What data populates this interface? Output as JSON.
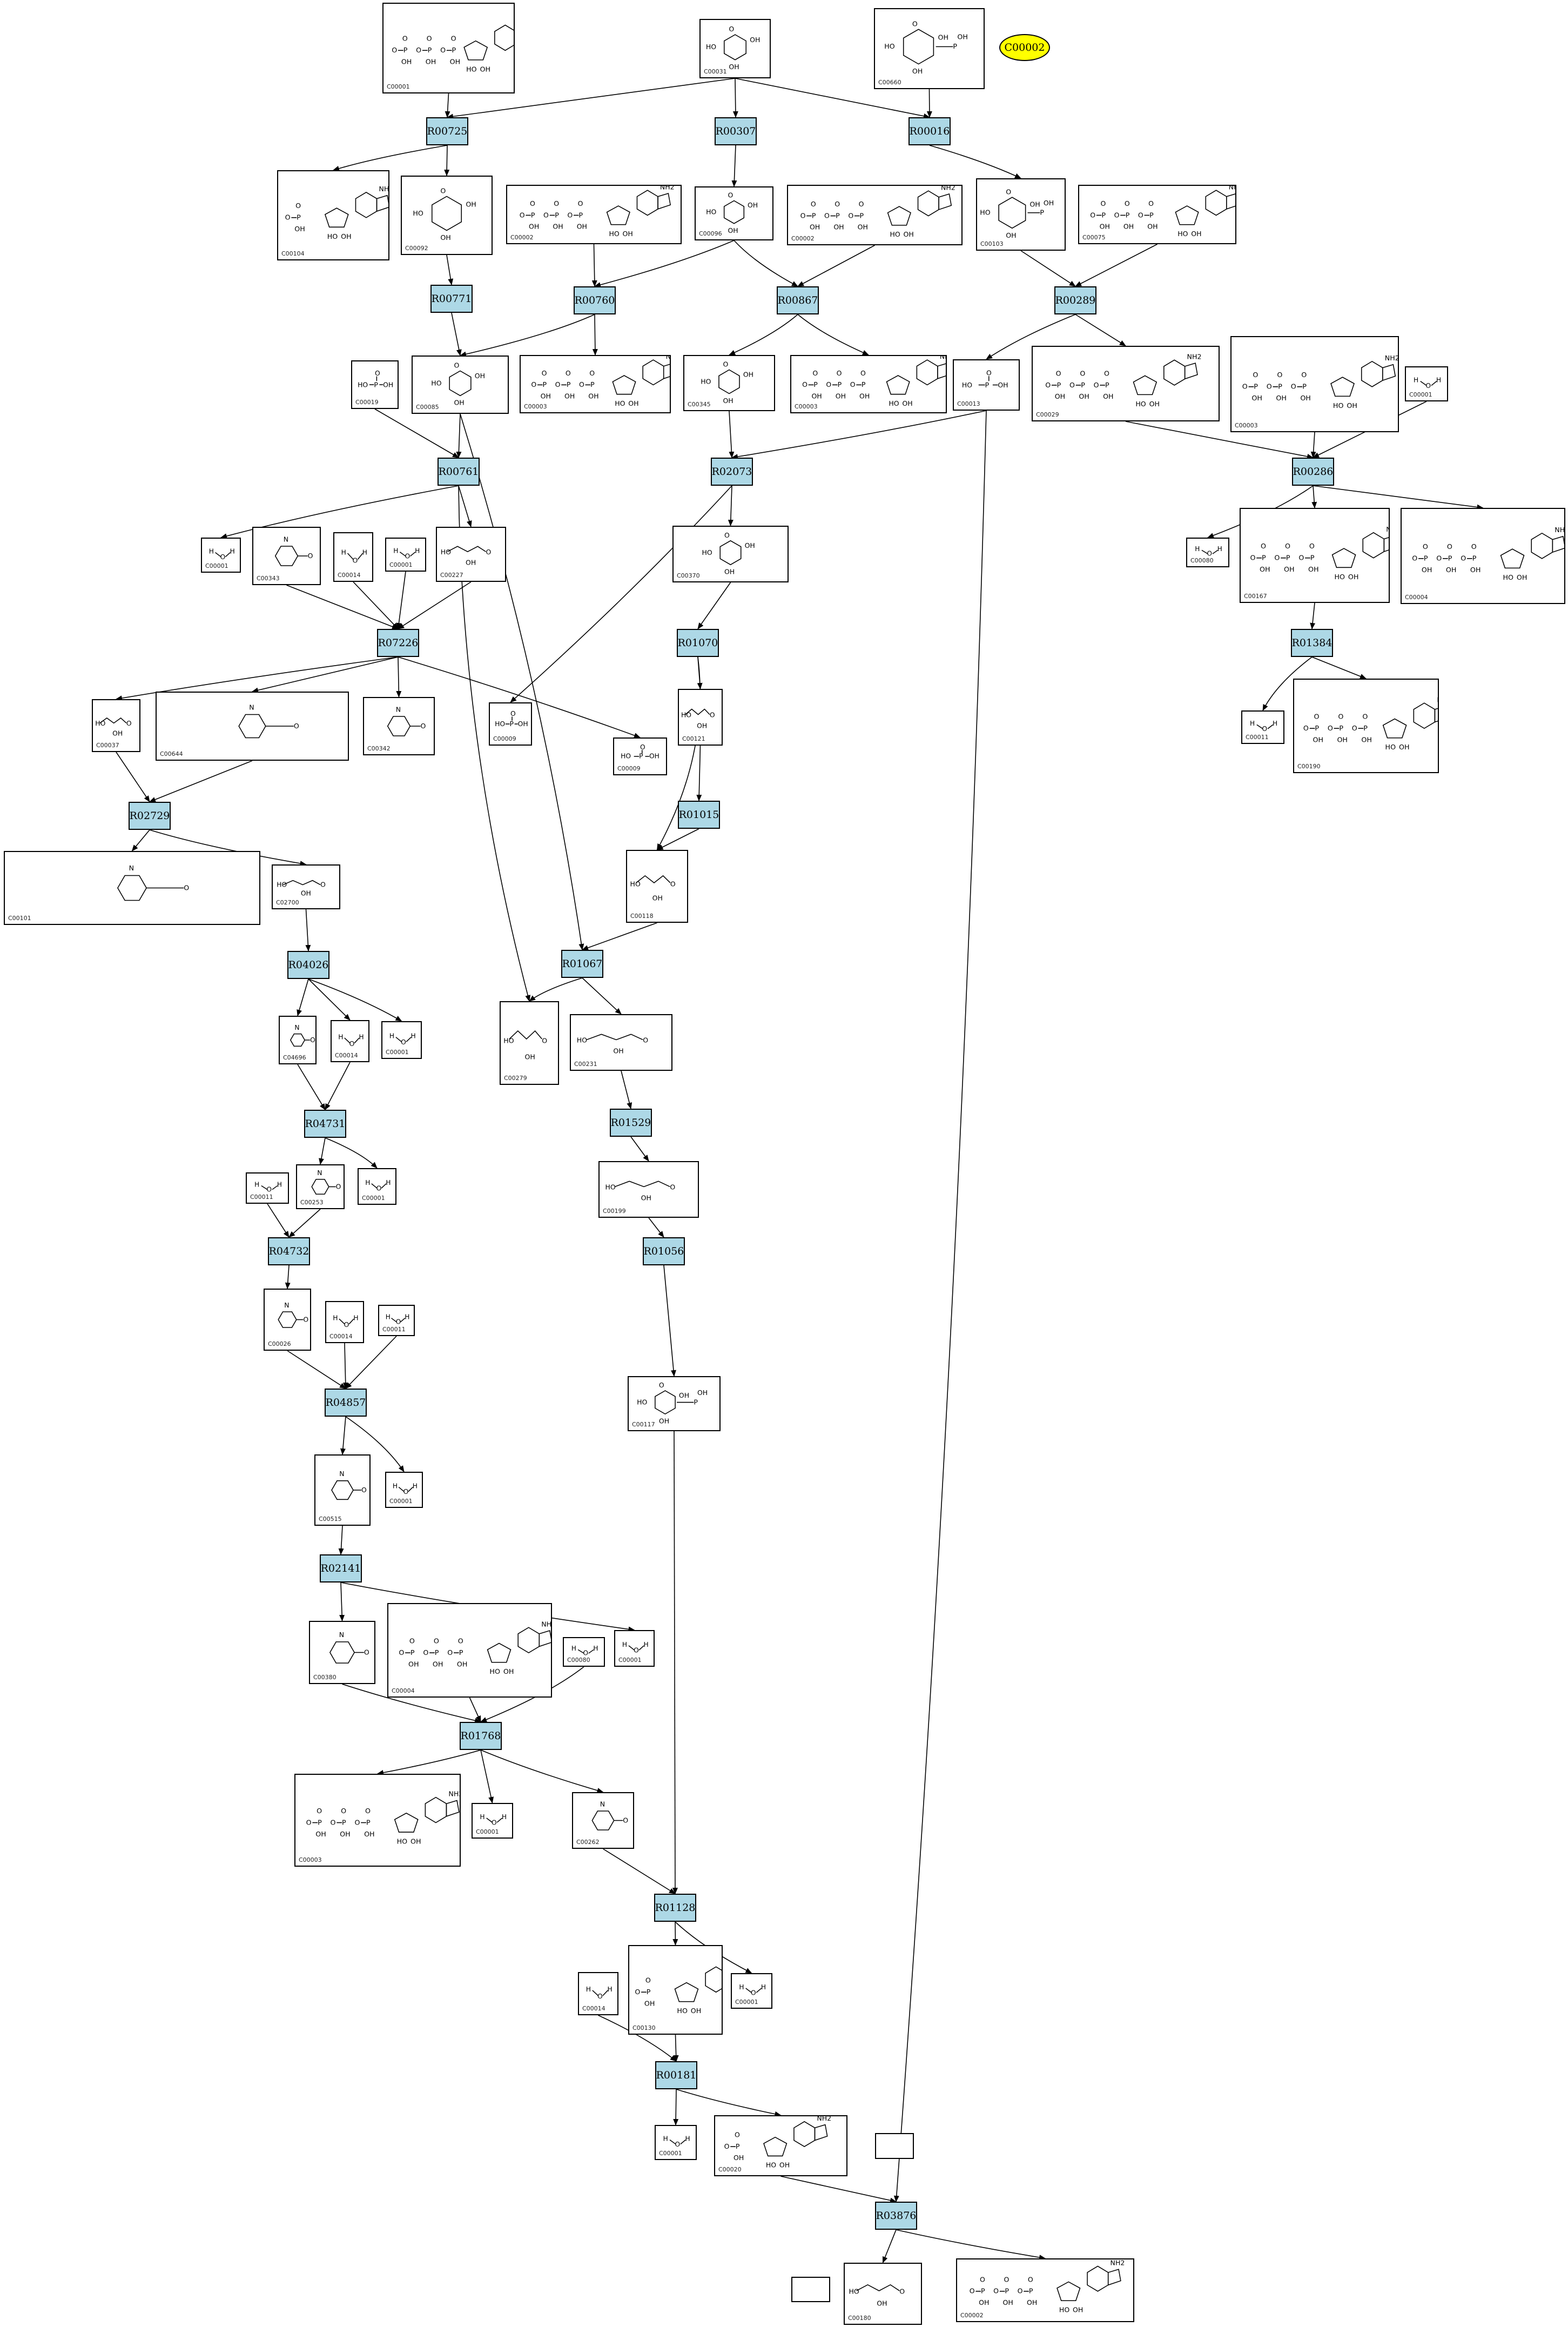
{
  "compounds": [
    "C00001",
    "C00031",
    "C00660",
    "C00104",
    "C00092",
    "C00002",
    "C00096",
    "C00002",
    "C00103",
    "C00075",
    "C00019",
    "C00085",
    "C00003",
    "C00345",
    "C00003",
    "C00013",
    "C00029",
    "C00003",
    "C00001",
    "C00001",
    "C00343",
    "C00014",
    "C00001",
    "C00227",
    "C00009",
    "C00370",
    "C00080",
    "C00167",
    "C00004",
    "C00037",
    "C00644",
    "C00342",
    "C00009",
    "C00121",
    "C00011",
    "C00190",
    "C00101",
    "C02700",
    "C00118",
    "C04696",
    "C00014",
    "C00001",
    "C00279",
    "C00231",
    "C00011",
    "C00253",
    "C00001",
    "C00199",
    "C00026",
    "C00014",
    "C00011",
    "C00117",
    "C00001",
    "C00515",
    "C00380",
    "C00004",
    "C00080",
    "C00001",
    "C00003",
    "C00001",
    "C00262",
    "C00130",
    "C00001",
    "C00014",
    "C00001",
    "C00020",
    "C00180",
    "C00002"
  ],
  "reactions": [
    "R00725",
    "R00307",
    "R00016",
    "R00771",
    "R00760",
    "R00867",
    "R00289",
    "R00761",
    "R02073",
    "R00286",
    "R07226",
    "R01070",
    "R01384",
    "R01015",
    "R02729",
    "R04026",
    "R01067",
    "R04731",
    "R01529",
    "R04732",
    "R01056",
    "R04857",
    "R02141",
    "R01768",
    "R01128",
    "R00181",
    "R03876"
  ],
  "highlight": {
    "label": "C00002",
    "color": "#ffff00"
  },
  "colors": {
    "reaction_fill": "#add8e6",
    "edge": "#000000"
  }
}
